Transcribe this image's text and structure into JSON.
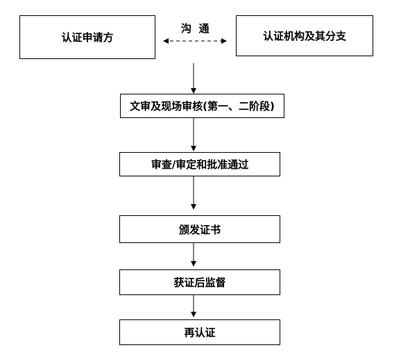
{
  "diagram": {
    "applicant": "认证申请方",
    "cert_body": "认证机构及其分支",
    "communication": "沟  通",
    "steps": [
      "文审及现场审核(第一、二阶段)",
      "审查/审定和批准通过",
      "颁发证书",
      "获证后监督",
      "再认证"
    ]
  },
  "colors": {
    "line": "#000000",
    "box_border": "#000000",
    "background": "#ffffff"
  }
}
